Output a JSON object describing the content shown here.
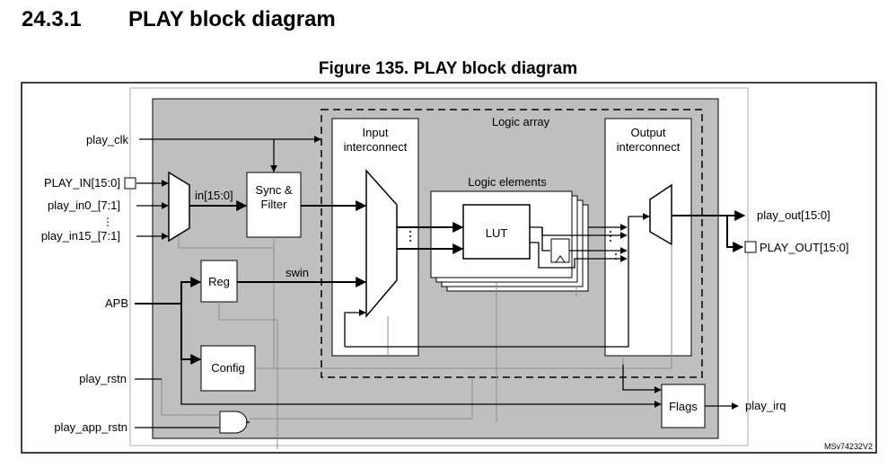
{
  "section": {
    "number": "24.3.1",
    "title": "PLAY block diagram"
  },
  "figure": {
    "caption": "Figure 135. PLAY block diagram",
    "id": "MSv74232V2"
  },
  "signals": {
    "play_clk": "play_clk",
    "play_in_bus": "PLAY_IN[15:0]",
    "play_in0": "play_in0_[7:1]",
    "dots": "⋮",
    "play_in15": "play_in15_[7:1]",
    "apb": "APB",
    "play_rstn": "play_rstn",
    "play_app_rstn": "play_app_rstn",
    "in_bus": "in[15:0]",
    "swin": "swin",
    "play_out": "play_out[15:0]",
    "play_out_bus": "PLAY_OUT[15:0]",
    "play_irq": "play_irq"
  },
  "blocks": {
    "sync_filter_1": "Sync &",
    "sync_filter_2": "Filter",
    "reg": "Reg",
    "config": "Config",
    "flags": "Flags",
    "logic_array": "Logic array",
    "input_ic_1": "Input",
    "input_ic_2": "interconnect",
    "output_ic_1": "Output",
    "output_ic_2": "interconnect",
    "logic_elements": "Logic elements",
    "lut": "LUT"
  }
}
